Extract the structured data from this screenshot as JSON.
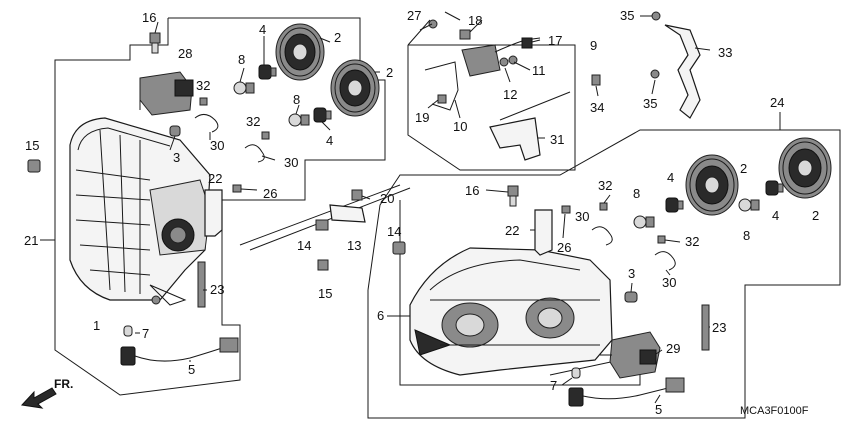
{
  "labels": {
    "l1": "1",
    "l2a": "2",
    "l2b": "2",
    "l2c": "2",
    "l2d": "2",
    "l3a": "3",
    "l3b": "3",
    "l4a": "4",
    "l4b": "4",
    "l4c": "4",
    "l4d": "4",
    "l5a": "5",
    "l5b": "5",
    "l6": "6",
    "l7a": "7",
    "l7b": "7",
    "l8a": "8",
    "l8b": "8",
    "l8c": "8",
    "l8d": "8",
    "l9": "9",
    "l10": "10",
    "l11": "11",
    "l12": "12",
    "l13": "13",
    "l14a": "14",
    "l14b": "14",
    "l15a": "15",
    "l15b": "15",
    "l16a": "16",
    "l16b": "16",
    "l17": "17",
    "l18": "18",
    "l19": "19",
    "l20": "20",
    "l21": "21",
    "l22a": "22",
    "l22b": "22",
    "l23a": "23",
    "l23b": "23",
    "l24": "24",
    "l26a": "26",
    "l26b": "26",
    "l27": "27",
    "l28": "28",
    "l29": "29",
    "l30a": "30",
    "l30b": "30",
    "l30c": "30",
    "l30d": "30",
    "l31": "31",
    "l32a": "32",
    "l32b": "32",
    "l32c": "32",
    "l32d": "32",
    "l33": "33",
    "l34": "34",
    "l35a": "35",
    "l35b": "35"
  },
  "front_arrow": "FR.",
  "diagram_code": "MCA3F0100F"
}
